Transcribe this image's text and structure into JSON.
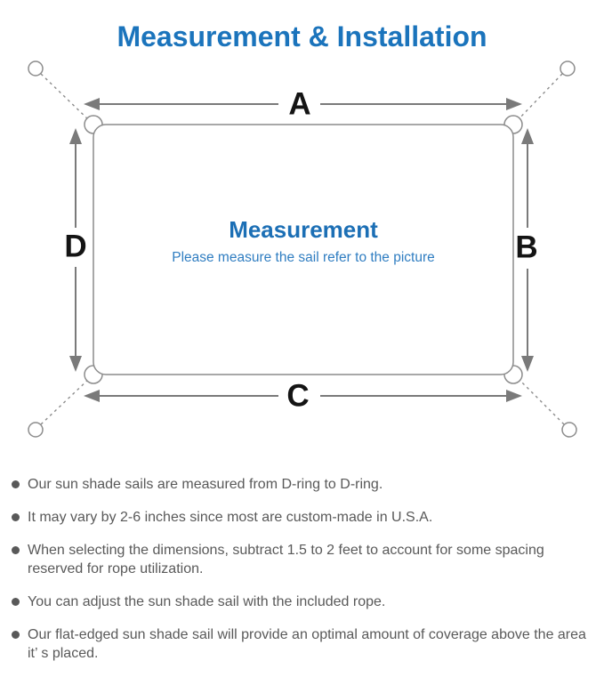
{
  "colors": {
    "accent-blue": "#1b74bc",
    "heading-blue": "#1c6fb5",
    "subtitle-blue": "#2f7dc1",
    "diagram-line": "#8c8c8c",
    "arrow-gray": "#7a7a7a",
    "label-black": "#141414",
    "text-gray": "#595959"
  },
  "title": "Measurement & Installation",
  "diagram": {
    "side_labels": {
      "top": "A",
      "right": "B",
      "bottom": "C",
      "left": "D"
    },
    "center": {
      "heading": "Measurement",
      "subtitle": "Please measure the sail refer to the picture"
    }
  },
  "notes": {
    "items": [
      "Our sun shade sails are measured from D-ring to D-ring.",
      "It may vary by 2-6 inches since most are custom-made in U.S.A.",
      "When selecting the dimensions, subtract 1.5 to 2 feet to account for some spacing reserved for rope utilization.",
      "You can adjust the sun shade sail with the included rope.",
      "Our flat-edged sun shade sail will provide an optimal amount of coverage above the area it’ s placed."
    ]
  }
}
